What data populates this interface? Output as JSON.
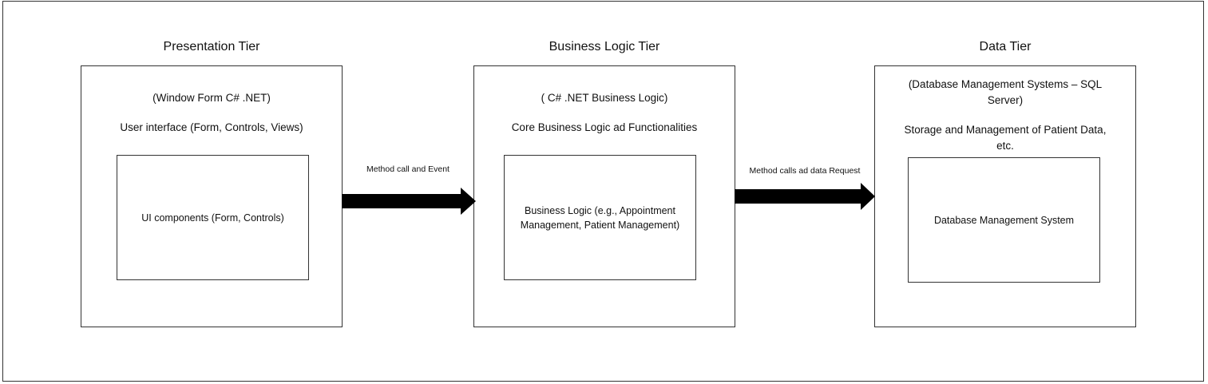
{
  "tiers": [
    {
      "title": "Presentation Tier",
      "tech": "(Window Form C# .NET)",
      "description": "User interface (Form, Controls, Views)",
      "component": "UI components (Form, Controls)"
    },
    {
      "title": "Business Logic Tier",
      "tech": "( C# .NET Business Logic)",
      "description": "Core Business Logic ad Functionalities",
      "component": "Business Logic (e.g., Appointment Management, Patient Management)"
    },
    {
      "title": "Data Tier",
      "tech": "(Database Management Systems – SQL Server)",
      "description": "Storage and Management of Patient Data, etc.",
      "component": "Database Management System"
    }
  ],
  "connections": [
    {
      "label": "Method call and Event"
    },
    {
      "label": "Method calls ad data Request"
    }
  ]
}
